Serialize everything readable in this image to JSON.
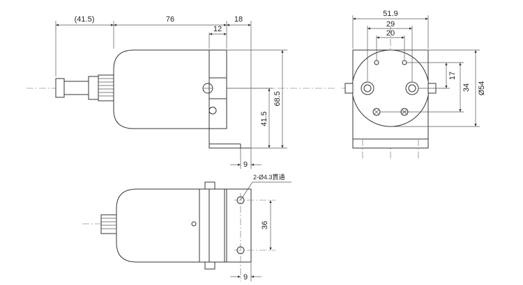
{
  "side_view": {
    "dim_cable": "(41.5)",
    "dim_body": "76",
    "dim_flange_width": "18",
    "dim_flange_offset": "12",
    "dim_height": "68.5",
    "dim_center_height": "41.5",
    "dim_bracket": "9"
  },
  "front_view": {
    "dim_width": "51.9",
    "dim_outer_pitch": "29",
    "dim_inner_pitch": "20",
    "dim_vertical_offset": "17",
    "dim_vertical_pitch": "34",
    "dim_diameter": "Ø54"
  },
  "top_view": {
    "hole_note": "2-Ø4.3貫通",
    "dim_hole_pitch": "36",
    "dim_hole_offset": "9"
  }
}
